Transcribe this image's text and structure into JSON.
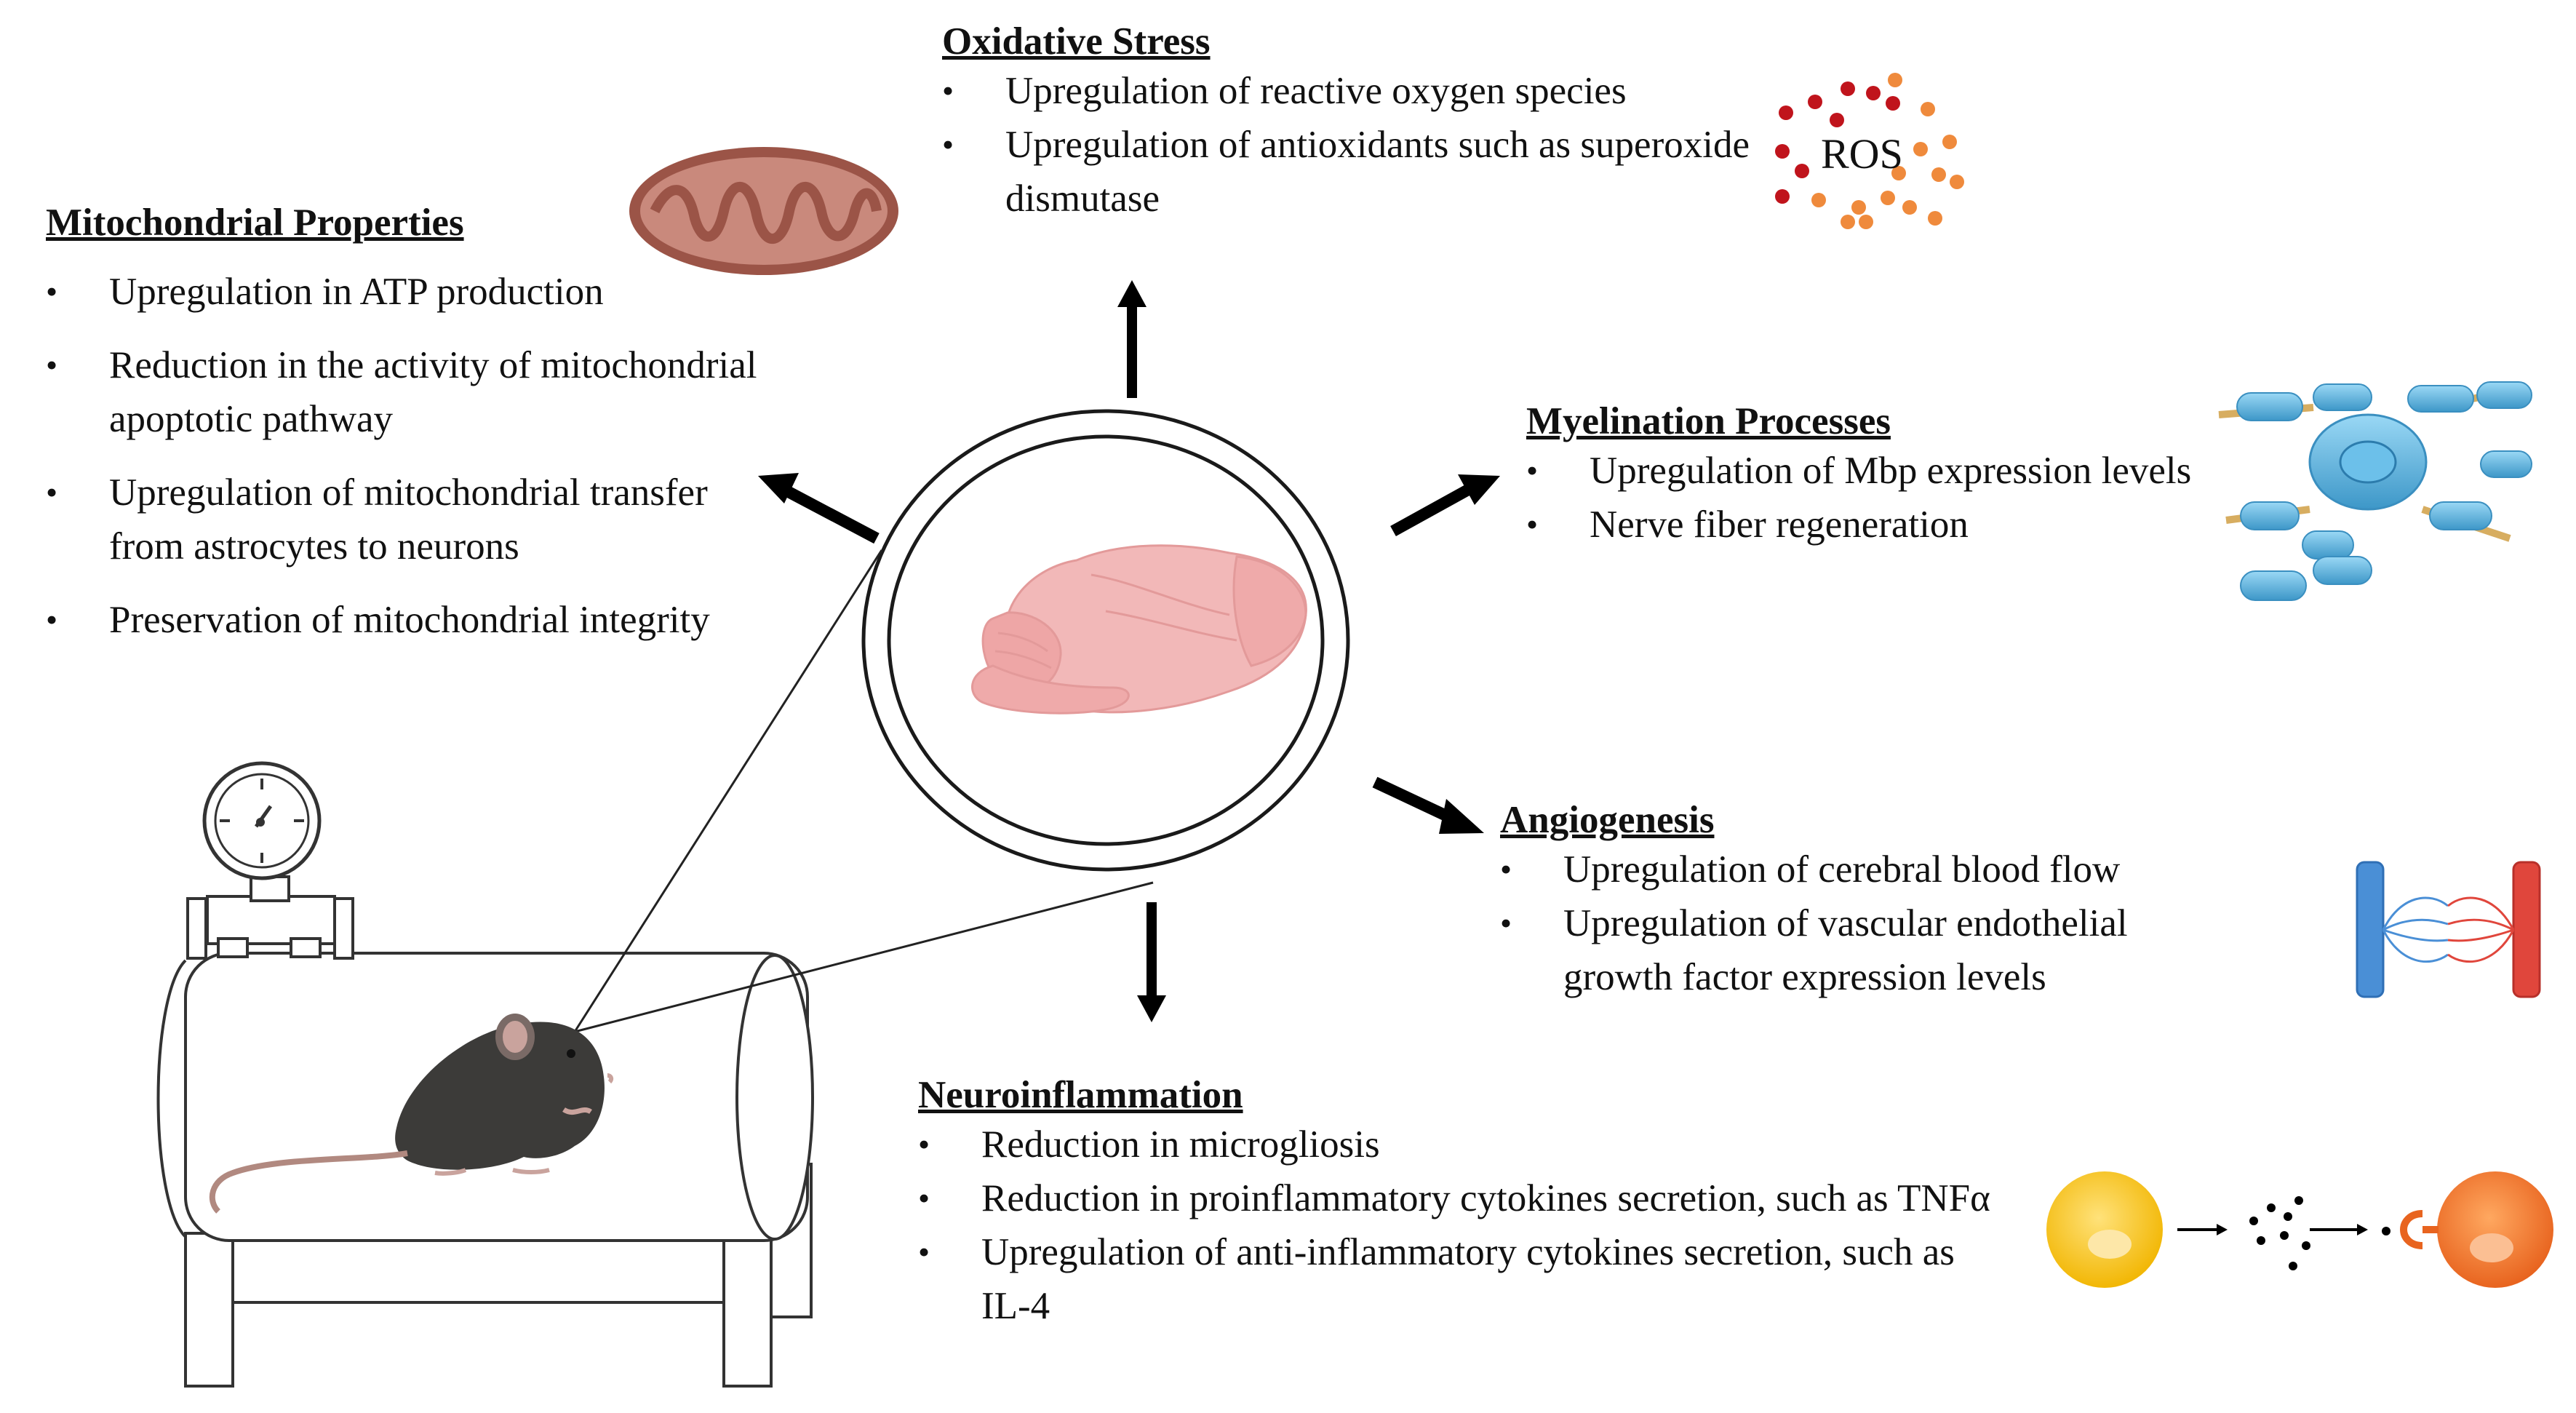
{
  "center": {
    "label": "brain"
  },
  "mitochondrial": {
    "heading": "Mitochondrial Properties",
    "items": [
      "Upregulation in ATP production",
      "Reduction in the activity of mitochondrial apoptotic pathway",
      "Upregulation of mitochondrial transfer from astrocytes to neurons",
      "Preservation of mitochondrial integrity"
    ]
  },
  "oxidative": {
    "heading": "Oxidative Stress",
    "items": [
      "Upregulation of reactive oxygen species",
      "Upregulation of antioxidants such as superoxide dismutase"
    ],
    "ros_label": "ROS"
  },
  "myelination": {
    "heading": "Myelination Processes",
    "items": [
      "Upregulation of Mbp expression levels",
      "Nerve fiber regeneration"
    ]
  },
  "angiogenesis": {
    "heading": "Angiogenesis",
    "items": [
      "Upregulation of cerebral blood flow",
      "Upregulation of vascular endothelial growth factor expression levels"
    ]
  },
  "neuroinflammation": {
    "heading": "Neuroinflammation",
    "items": [
      "Reduction in microgliosis",
      "Reduction in proinflammatory cytokines secretion, such as TNFα",
      "Upregulation of anti-inflammatory cytokines secretion, such as IL-4"
    ]
  },
  "icons": {
    "mitochondrion": "mitochondrion-icon",
    "ros": "ros-particles-icon",
    "myelin": "myelinated-neuron-icon",
    "vessels": "blood-vessel-icon",
    "cytokine": "cytokine-signaling-icon",
    "chamber": "hyperbaric-chamber-icon",
    "mouse": "mouse-icon",
    "gauge": "pressure-gauge-icon"
  },
  "colors": {
    "arrow": "#000000",
    "mitochondrion": "#b8756a",
    "ros_dark": "#c0141c",
    "ros_light": "#ef8a3c",
    "myelin": "#5fb6e0",
    "vein": "#4a8fd6",
    "artery": "#e0463c",
    "cell_yellow": "#f7c31a",
    "cell_orange": "#ee7b2e",
    "brain": "#f2b8b8",
    "mouse": "#3c3b39"
  }
}
